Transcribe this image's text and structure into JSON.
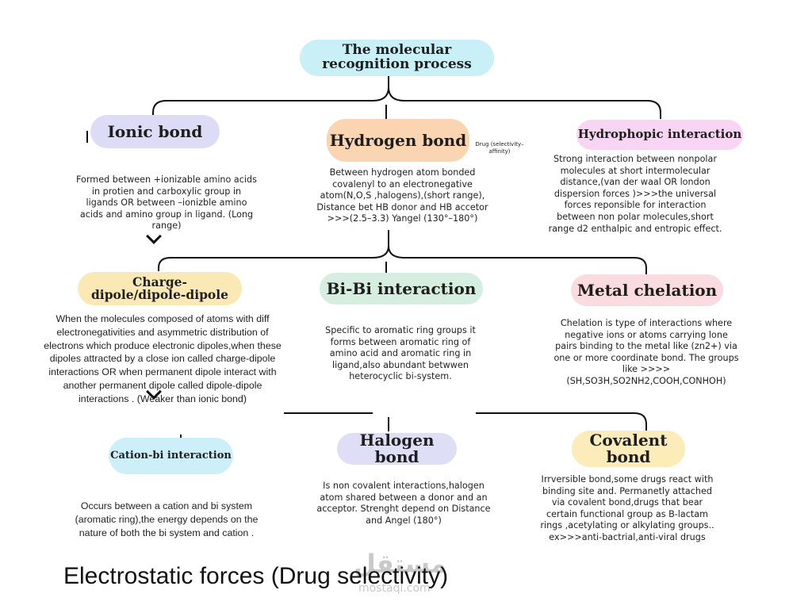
{
  "root": {
    "title": "The molecular recognition process"
  },
  "nodes": {
    "ionic": {
      "label": "Ionic bond",
      "desc": "Formed between +ionizable amino acids in protien and carboxylic group in ligands OR between –ionizble amino acids and amino group in ligand. (Long range)"
    },
    "hydrogen": {
      "label": "Hydrogen bond",
      "note": "Drug (selectivity–affinity)",
      "desc": "Between hydrogen atom bonded covalenyl to an electronegative atom(N,O,S ,halogens),(short range), Distance bet HB donor and HB accetor >>>(2.5–3.3) Yangel (130°–180°)"
    },
    "hydrophobic": {
      "label": "Hydrophopic interaction",
      "desc": "Strong interaction between nonpolar molecules at short intermolecular distance,(van der waal OR london dispersion forces )>>>the universal forces reponsible for interaction between non polar molecules,short range d2 enthalpic and entropic effect."
    },
    "charge_dipole": {
      "label": "Charge-dipole/dipole-dipole",
      "desc": "When the molecules composed of atoms with diff electronegativities and asymmetric distribution of electrons which produce electronic dipoles,when these dipoles attracted by a close ion called charge-dipole interactions OR when permanent dipole interact with another permanent dipole called dipole-dipole interactions . (Weaker than ionic bond)"
    },
    "pi_pi": {
      "label": "Bi-Bi interaction",
      "desc": "Specific to aromatic ring groups it forms between aromatic ring of amino acid and aromatic ring in ligand,also abundant betwwen heterocyclic bi-system."
    },
    "metal": {
      "label": "Metal chelation",
      "desc": "Chelation is type of interactions where negative ions or atoms carrying lone pairs binding to the metal like (zn2+) via one or more coordinate bond. The groups like >>>> (SH,SO3H,SO2NH2,COOH,CONHOH)"
    },
    "cation_pi": {
      "label": "Cation-bi interaction",
      "desc": "Occurs between a cation and bi system (aromatic ring),the energy depends on the nature of both the bi system and cation ."
    },
    "halogen": {
      "label": "Halogen bond",
      "desc": "Is non covalent interactions,halogen atom shared between a donor and an acceptor. Strenght depend on Distance and Angel (180°)"
    },
    "covalent": {
      "label": "Covalent bond",
      "desc": "Irrversible bond,some drugs react with binding site and. Permanetly attached via covalent bond,drugs that bear certain functional group as B-lactam rings ,acetylating or alkylating groups.. ex>>>anti-bactrial,anti-viral drugs"
    }
  },
  "footer": {
    "title": "Electrostatic forces (Drug selectivity)"
  },
  "watermark": {
    "arabic": "مستقل",
    "latin": "mostaql.com"
  },
  "colors": {
    "root": "#c9f0f7",
    "ionic": "#dcdcf6",
    "hydrogen": "#fbd5b2",
    "hydrophobic": "#f8d5f3",
    "charge_dipole": "#fbe9b5",
    "pi_pi": "#d5eedf",
    "metal": "#fadbdf",
    "cation_pi": "#cdeffa",
    "halogen": "#dedef7",
    "covalent": "#fbecb9"
  }
}
